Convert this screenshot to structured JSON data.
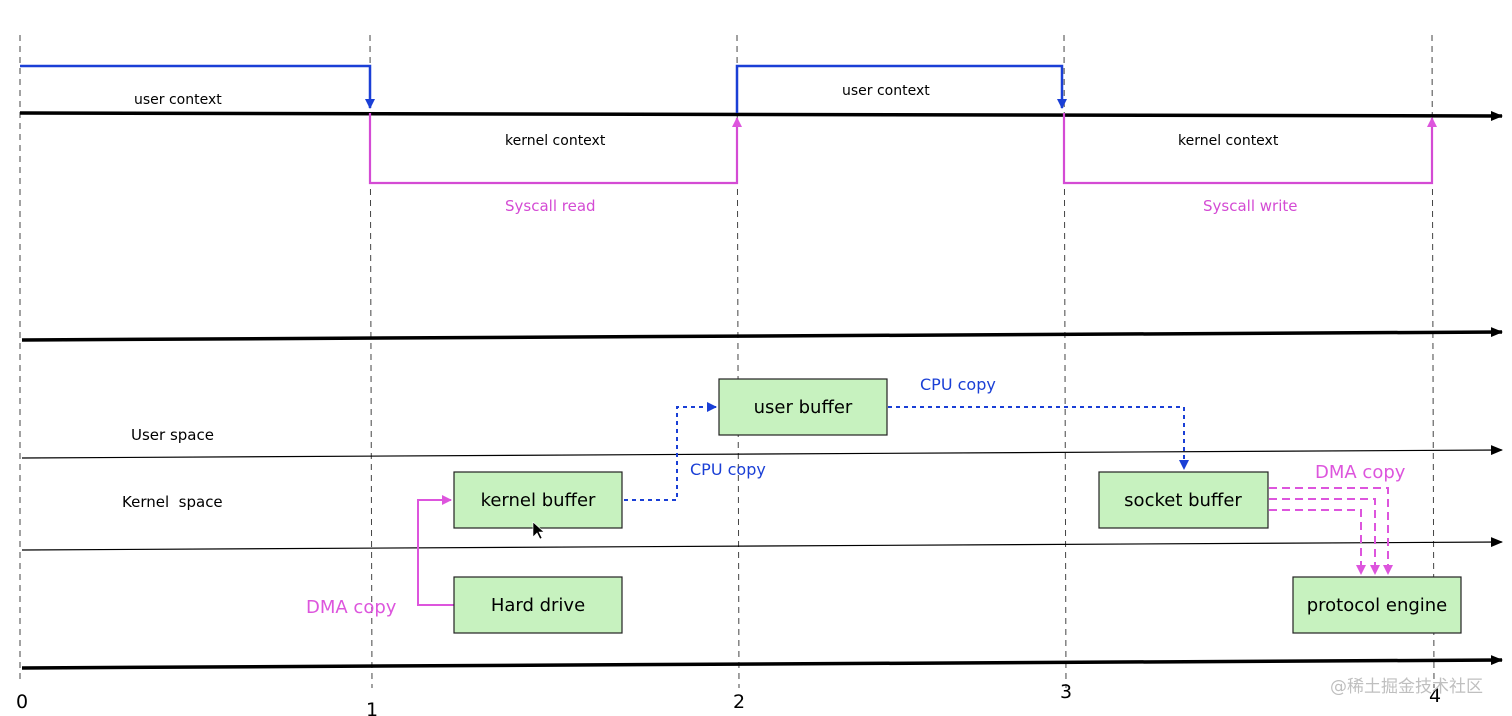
{
  "top": {
    "user_context_1": "user context",
    "user_context_2": "user context",
    "kernel_context_1": "kernel context",
    "kernel_context_2": "kernel context",
    "syscall_read": "Syscall read",
    "syscall_write": "Syscall write"
  },
  "spaces": {
    "user_space": "User space",
    "kernel_space": "Kernel  space"
  },
  "boxes": {
    "user_buffer": "user buffer",
    "kernel_buffer": "kernel buffer",
    "socket_buffer": "socket buffer",
    "hard_drive": "Hard drive",
    "protocol_engine": "protocol engine"
  },
  "copies": {
    "cpu_copy_top": "CPU copy",
    "cpu_copy_mid": "CPU copy",
    "dma_copy_left": "DMA copy",
    "dma_copy_right": "DMA copy"
  },
  "ticks": [
    "0",
    "1",
    "2",
    "3",
    "4"
  ],
  "watermark": "@稀土掘金技术社区",
  "colors": {
    "user_line": "#1a3fd6",
    "kernel_line": "#d44bd4",
    "cpu_copy": "#1a3fd6",
    "dma_copy": "#dd55dd",
    "box_fill": "#c7f2bf"
  }
}
